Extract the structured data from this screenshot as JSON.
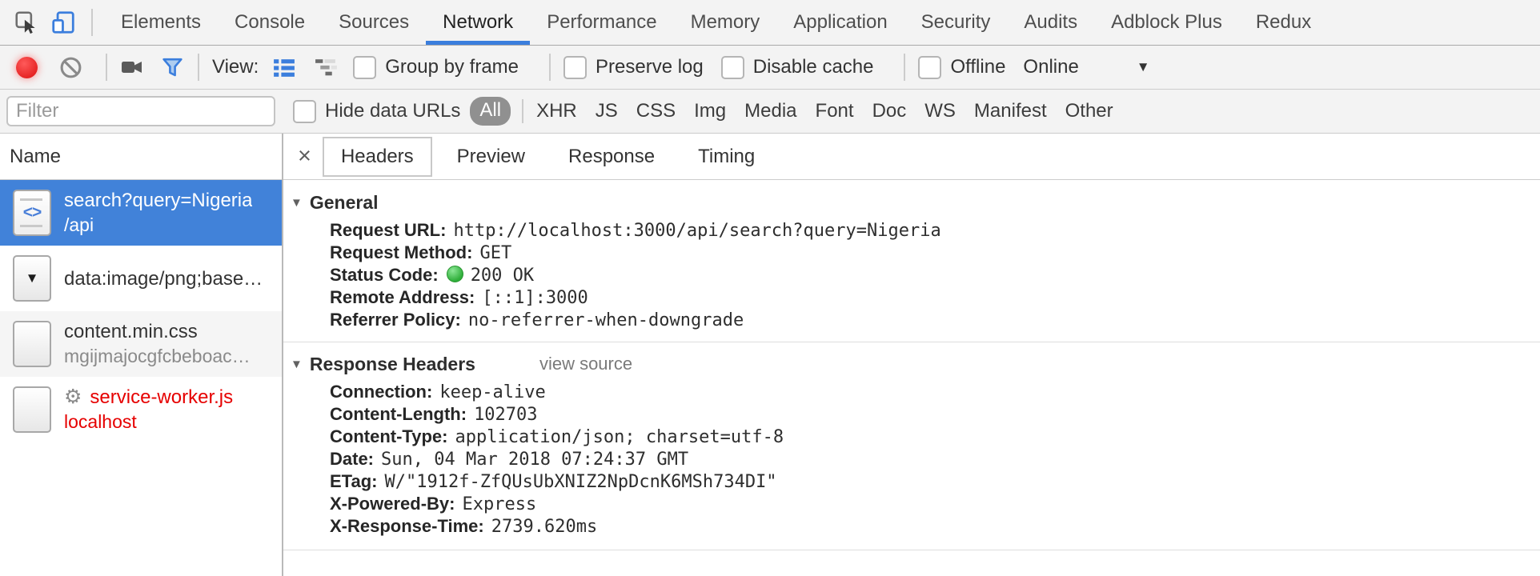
{
  "devtools": {
    "main_tabs": [
      "Elements",
      "Console",
      "Sources",
      "Network",
      "Performance",
      "Memory",
      "Application",
      "Security",
      "Audits",
      "Adblock Plus",
      "Redux"
    ],
    "selected_main_tab": "Network",
    "toolbar": {
      "view_label": "View:",
      "group_by_frame_label": "Group by frame",
      "preserve_log_label": "Preserve log",
      "disable_cache_label": "Disable cache",
      "offline_label": "Offline",
      "throttling_value": "Online"
    },
    "filter_bar": {
      "placeholder": "Filter",
      "hide_data_urls_label": "Hide data URLs",
      "types": [
        "All",
        "XHR",
        "JS",
        "CSS",
        "Img",
        "Media",
        "Font",
        "Doc",
        "WS",
        "Manifest",
        "Other"
      ],
      "selected_type": "All"
    },
    "request_list": {
      "column_header": "Name",
      "rows": [
        {
          "name": "search?query=Nigeria",
          "sub": "/api",
          "selected": true
        },
        {
          "name": "data:image/png;base…",
          "sub": ""
        },
        {
          "name": "content.min.css",
          "sub": "mgijmajocgfcbeboac…"
        },
        {
          "name": "service-worker.js",
          "sub": "localhost",
          "error": true
        }
      ]
    },
    "detail": {
      "tabs": [
        "Headers",
        "Preview",
        "Response",
        "Timing"
      ],
      "selected_tab": "Headers",
      "general": {
        "title": "General",
        "rows": [
          {
            "key": "Request URL:",
            "value": "http://localhost:3000/api/search?query=Nigeria"
          },
          {
            "key": "Request Method:",
            "value": "GET"
          },
          {
            "key": "Status Code:",
            "value": "200 OK"
          },
          {
            "key": "Remote Address:",
            "value": "[::1]:3000"
          },
          {
            "key": "Referrer Policy:",
            "value": "no-referrer-when-downgrade"
          }
        ]
      },
      "response_headers": {
        "title": "Response Headers",
        "view_source_label": "view source",
        "rows": [
          {
            "key": "Connection:",
            "value": "keep-alive"
          },
          {
            "key": "Content-Length:",
            "value": "102703"
          },
          {
            "key": "Content-Type:",
            "value": "application/json; charset=utf-8"
          },
          {
            "key": "Date:",
            "value": "Sun, 04 Mar 2018 07:24:37 GMT"
          },
          {
            "key": "ETag:",
            "value": "W/\"1912f-ZfQUsUbXNIZ2NpDcnK6MSh734DI\""
          },
          {
            "key": "X-Powered-By:",
            "value": "Express"
          },
          {
            "key": "X-Response-Time:",
            "value": "2739.620ms"
          }
        ]
      }
    },
    "icons": {
      "close": "×",
      "disclosure": "▼",
      "dropdown_caret": "▼",
      "gear": "⚙",
      "code_glyph": "<>",
      "data_uri_triangle": "▼"
    },
    "colors": {
      "accent_blue": "#3b7edd",
      "selection_blue": "#4182d9",
      "error_red": "#e60000",
      "status_green": "#3dbd4a",
      "toolbar_bg": "#f3f3f3"
    }
  }
}
